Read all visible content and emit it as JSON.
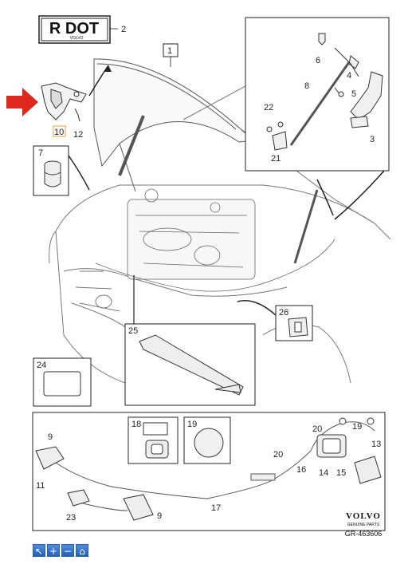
{
  "diagram": {
    "brand": "VOLVO",
    "brand_sub": "GENUINE PARTS",
    "ref": "GR-463606",
    "logo_text": "R DOT",
    "logo_sub": "VOLVO",
    "arrow_color": "#e0281f",
    "highlight_color": "#e8a23a",
    "callouts": {
      "c1": "1",
      "c2": "2",
      "c3": "3",
      "c4": "4",
      "c5": "5",
      "c6": "6",
      "c7": "7",
      "c8": "8",
      "c9a": "9",
      "c9b": "9",
      "c10": "10",
      "c11": "11",
      "c12": "12",
      "c13": "13",
      "c14": "14",
      "c15": "15",
      "c16": "16",
      "c17": "17",
      "c18": "18",
      "c19a": "19",
      "c19b": "19",
      "c20a": "20",
      "c20b": "20",
      "c21": "21",
      "c22": "22",
      "c23": "23",
      "c24": "24",
      "c25": "25",
      "c26": "26"
    }
  },
  "toolbar": {
    "items": [
      {
        "name": "select-tool-button",
        "glyph": "↖"
      },
      {
        "name": "zoom-in-button",
        "glyph": "+"
      },
      {
        "name": "zoom-out-button",
        "glyph": "−"
      },
      {
        "name": "home-button",
        "glyph": "⌂"
      }
    ]
  }
}
